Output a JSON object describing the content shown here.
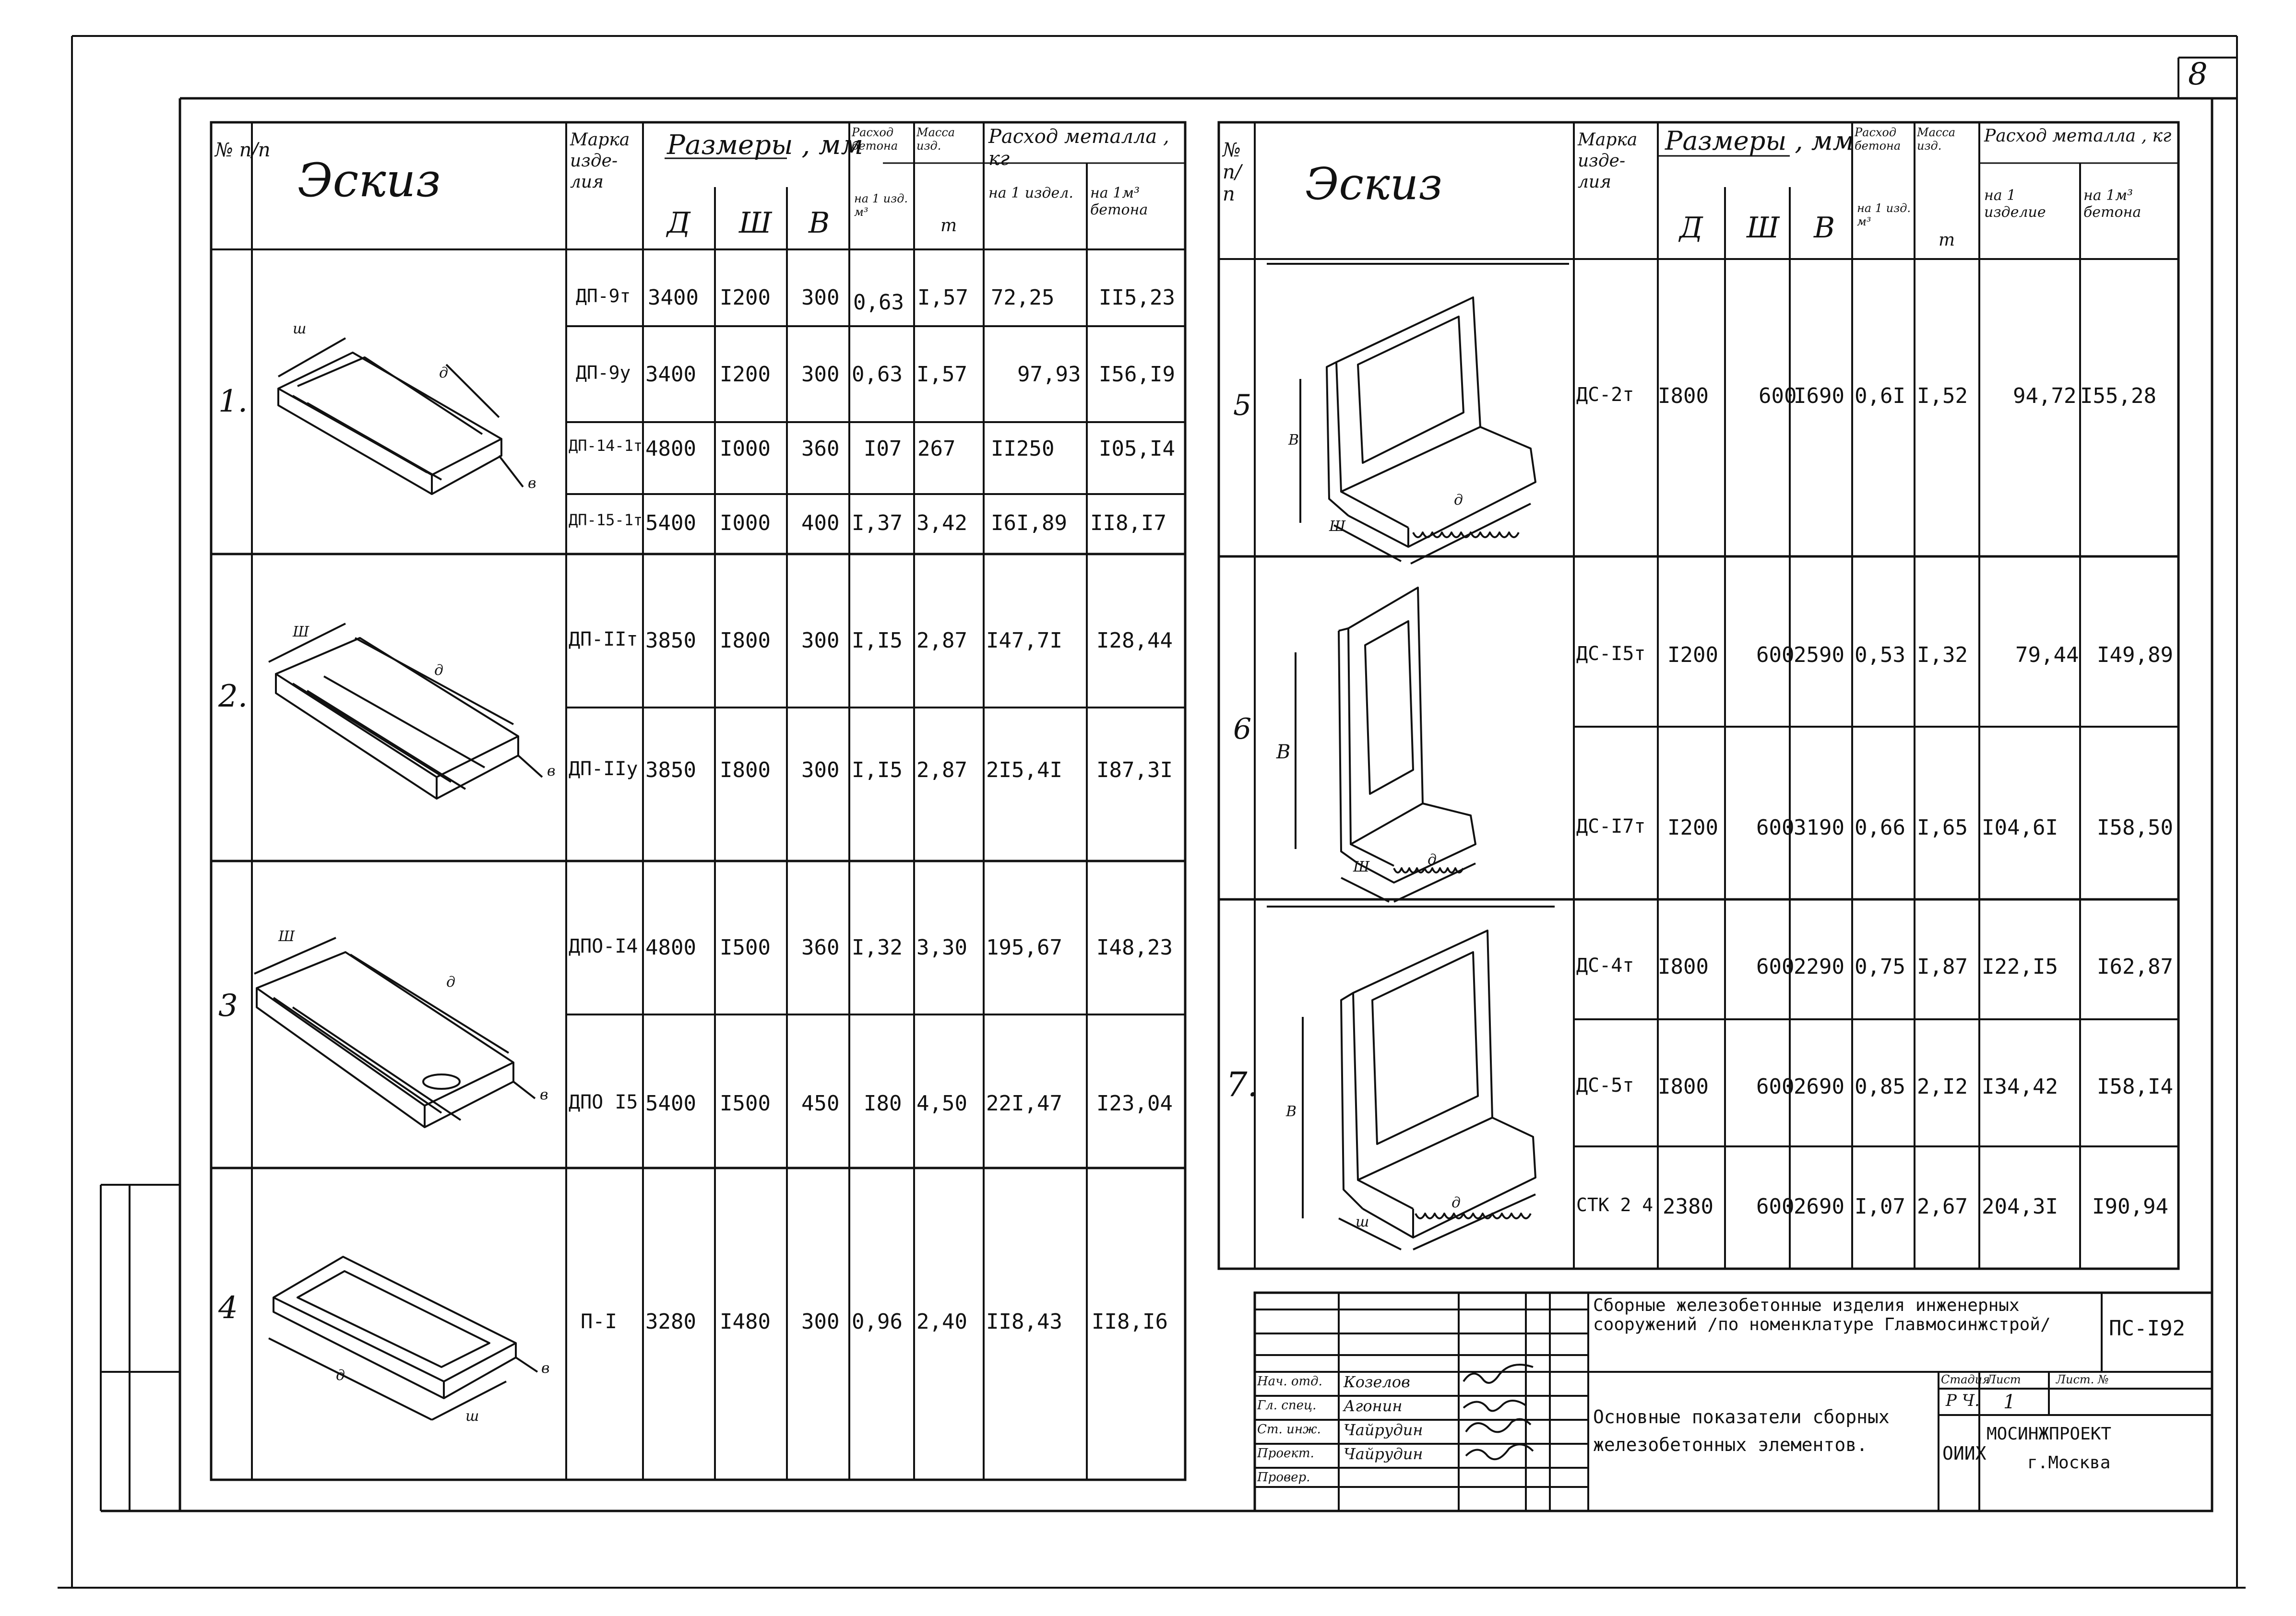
{
  "sheet_number": "8",
  "left_table": {
    "header": {
      "no": "№ п/п",
      "sketch": "Эскиз",
      "mark": "Марка изде- лия",
      "dims": "Размеры , мм",
      "dim_d": "Д",
      "dim_sh": "Ш",
      "dim_v": "В",
      "concrete": "Расход бетона",
      "concrete_unit": "на 1 изд. м³",
      "mass": "Масса изд.",
      "mass_unit": "т",
      "metal": "Расход металла , кг",
      "metal_per_item": "на 1 издел.",
      "metal_per_m3": "на 1м³ бетона"
    },
    "groups": [
      {
        "no": "1.",
        "sketch_labels": [
          "ш",
          "д",
          "в"
        ]
      },
      {
        "no": "2.",
        "sketch_labels": [
          "Ш",
          "д",
          "в"
        ]
      },
      {
        "no": "3",
        "sketch_labels": [
          "Ш",
          "д",
          "в"
        ]
      },
      {
        "no": "4",
        "sketch_labels": [
          "д",
          "ш",
          "в"
        ]
      }
    ],
    "rows": [
      {
        "mark": "ДП-9т",
        "d": "3400",
        "sh": "I200",
        "v": "300",
        "concrete": "0,63",
        "mass": "I,57",
        "metal_item": "72,25",
        "metal_m3": "II5,23"
      },
      {
        "mark": "ДП-9у",
        "d": "3400",
        "sh": "I200",
        "v": "300",
        "concrete": "0,63",
        "mass": "I,57",
        "metal_item": "97,93",
        "metal_m3": "I56,I9"
      },
      {
        "mark": "ДП-14-1т",
        "d": "4800",
        "sh": "I000",
        "v": "360",
        "concrete": "I07",
        "mass": "267",
        "metal_item": "II250",
        "metal_m3": "I05,I4"
      },
      {
        "mark": "ДП-15-1т",
        "d": "5400",
        "sh": "I000",
        "v": "400",
        "concrete": "I,37",
        "mass": "3,42",
        "metal_item": "I6I,89",
        "metal_m3": "II8,I7"
      },
      {
        "mark": "ДП-IIт",
        "d": "3850",
        "sh": "I800",
        "v": "300",
        "concrete": "I,I5",
        "mass": "2,87",
        "metal_item": "I47,7I",
        "metal_m3": "I28,44"
      },
      {
        "mark": "ДП-IIу",
        "d": "3850",
        "sh": "I800",
        "v": "300",
        "concrete": "I,I5",
        "mass": "2,87",
        "metal_item": "2I5,4I",
        "metal_m3": "I87,3I"
      },
      {
        "mark": "ДПО-I4",
        "d": "4800",
        "sh": "I500",
        "v": "360",
        "concrete": "I,32",
        "mass": "3,30",
        "metal_item": "195,67",
        "metal_m3": "I48,23"
      },
      {
        "mark": "ДПО I5",
        "d": "5400",
        "sh": "I500",
        "v": "450",
        "concrete": "I80",
        "mass": "4,50",
        "metal_item": "22I,47",
        "metal_m3": "I23,04"
      },
      {
        "mark": "П-I",
        "d": "3280",
        "sh": "I480",
        "v": "300",
        "concrete": "0,96",
        "mass": "2,40",
        "metal_item": "II8,43",
        "metal_m3": "II8,I6"
      }
    ]
  },
  "right_table": {
    "header": {
      "no": "№ п/п",
      "sketch": "Эскиз",
      "mark": "Марка изде- лия",
      "dims": "Размеры , мм",
      "dim_d": "Д",
      "dim_sh": "Ш",
      "dim_v": "В",
      "concrete": "Расход бетона",
      "concrete_unit": "на 1 изд. м³",
      "mass": "Масса изд.",
      "mass_unit": "т",
      "metal": "Расход металла , кг",
      "metal_per_item": "на 1 изделие",
      "metal_per_m3": "на 1м³ бетона"
    },
    "groups": [
      {
        "no": "5",
        "sketch_labels": [
          "В",
          "Ш",
          "д"
        ]
      },
      {
        "no": "6",
        "sketch_labels": [
          "В",
          "Ш",
          "д"
        ]
      },
      {
        "no": "7.",
        "sketch_labels": [
          "В",
          "ш",
          "д"
        ]
      }
    ],
    "rows": [
      {
        "mark": "ДС-2т",
        "d": "I800",
        "sh": "600",
        "v": "I690",
        "concrete": "0,6I",
        "mass": "I,52",
        "metal_item": "94,72",
        "metal_m3": "I55,28"
      },
      {
        "mark": "ДС-I5т",
        "d": "I200",
        "sh": "600",
        "v": "2590",
        "concrete": "0,53",
        "mass": "I,32",
        "metal_item": "79,44",
        "metal_m3": "I49,89"
      },
      {
        "mark": "ДС-I7т",
        "d": "I200",
        "sh": "600",
        "v": "3190",
        "concrete": "0,66",
        "mass": "I,65",
        "metal_item": "I04,6I",
        "metal_m3": "I58,50"
      },
      {
        "mark": "ДС-4т",
        "d": "I800",
        "sh": "600",
        "v": "2290",
        "concrete": "0,75",
        "mass": "I,87",
        "metal_item": "I22,I5",
        "metal_m3": "I62,87"
      },
      {
        "mark": "ДС-5т",
        "d": "I800",
        "sh": "600",
        "v": "2690",
        "concrete": "0,85",
        "mass": "2,I2",
        "metal_item": "I34,42",
        "metal_m3": "I58,I4"
      },
      {
        "mark": "СТК 2 4",
        "d": "2380",
        "sh": "600",
        "v": "2690",
        "concrete": "I,07",
        "mass": "2,67",
        "metal_item": "204,3I",
        "metal_m3": "I90,94"
      }
    ]
  },
  "title_block": {
    "project_title": "Сборные железобетонные изделия инженерных сооружений /по номенклатуре Главмосинжстрой/",
    "code": "ПС-I92",
    "sheet_title": "Основные показатели сборных железобетонных элементов.",
    "stage_header": "Стадия",
    "sheet_header": "Лист",
    "sheets_header": "Лист. №",
    "stage": "Р Ч.",
    "sheet": "1",
    "org_dept": "ОИИХ",
    "org": "МОСИНЖПРОЕКТ",
    "city": "г.Москва",
    "staff": [
      {
        "role": "Нач. отд.",
        "name": "Козелов"
      },
      {
        "role": "Гл. спец.",
        "name": "Агонин"
      },
      {
        "role": "Ст. инж.",
        "name": "Чайрудин"
      },
      {
        "role": "Проект.",
        "name": "Чайрудин"
      },
      {
        "role": "Провер.",
        "name": ""
      }
    ]
  }
}
